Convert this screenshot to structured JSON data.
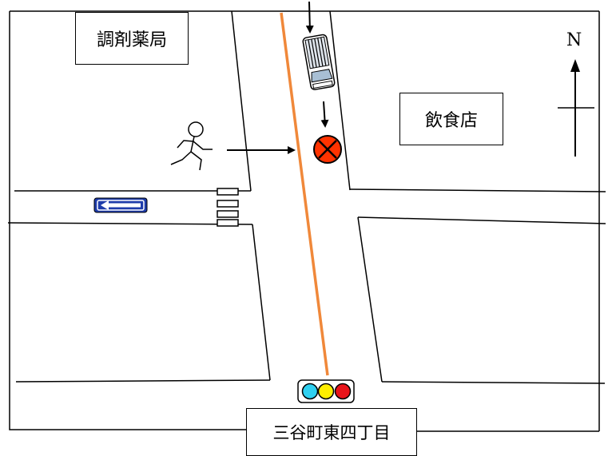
{
  "labels": {
    "pharmacy": "調剤薬局",
    "restaurant": "飲食店",
    "intersection": "三谷町東四丁目",
    "north": "N"
  },
  "colors": {
    "road_line": "#000000",
    "center_line": "#f0883a",
    "one_way_sign": "#1e3caa",
    "collision_mark": "#ff3300",
    "signal_blue": "#2fd0f0",
    "signal_yellow": "#ffee00",
    "signal_red": "#e8141a"
  },
  "icons": {
    "one_way_sign": "one-way-arrow-left-icon",
    "car": "car-topdown-icon",
    "pedestrian": "running-person-icon",
    "collision": "collision-x-circle-icon",
    "traffic_signal": "traffic-signal-icon",
    "compass": "north-arrow-icon"
  }
}
